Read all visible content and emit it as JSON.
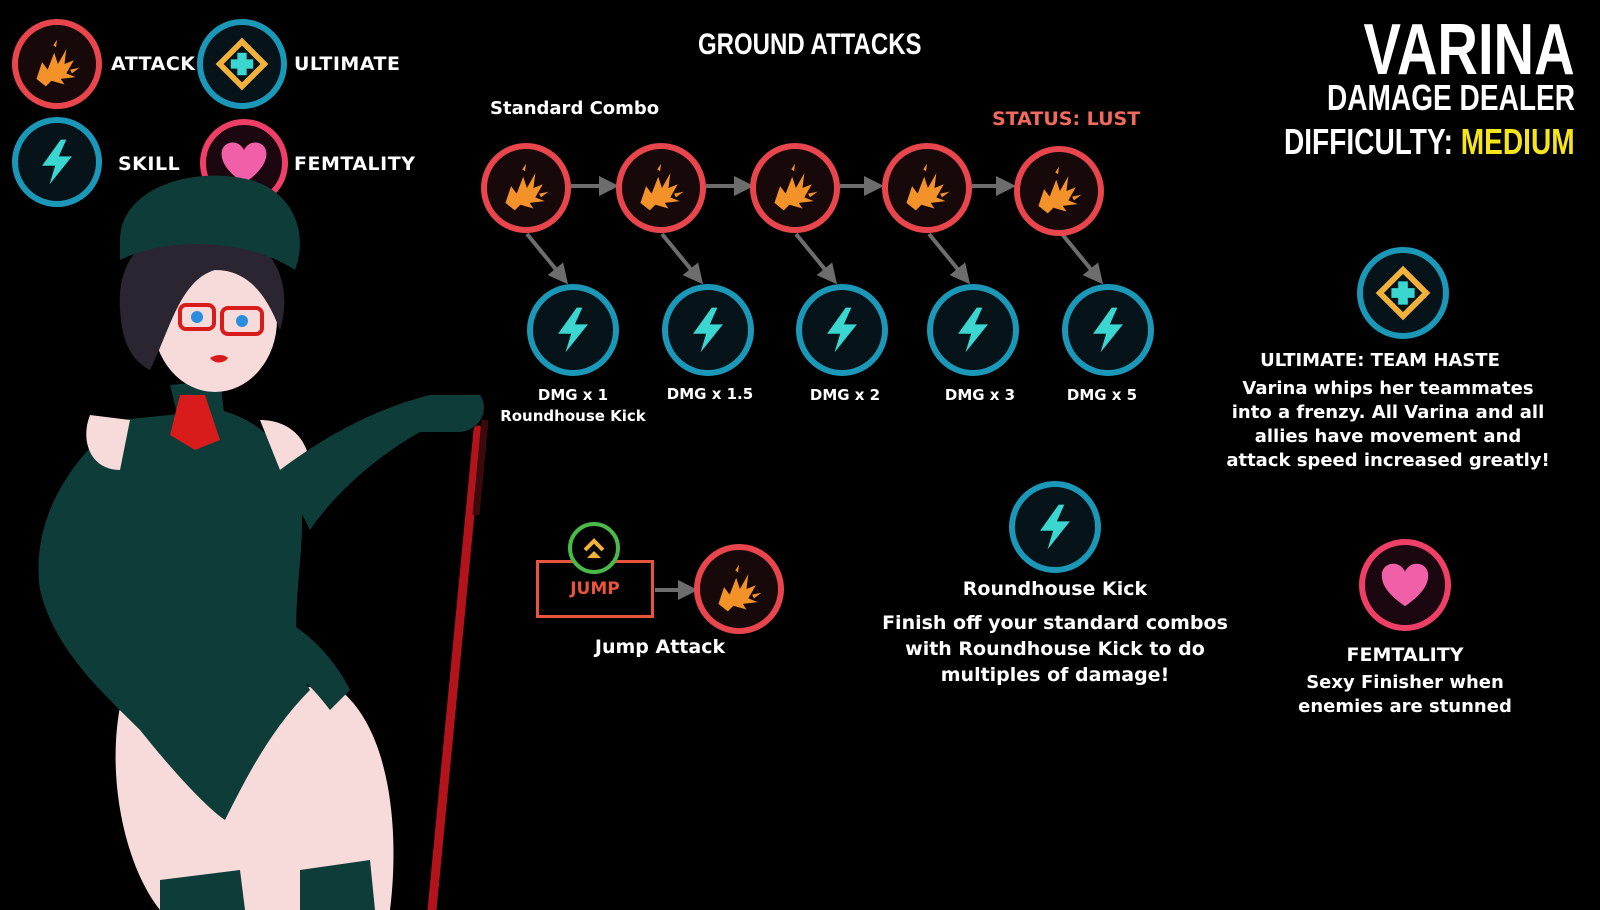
{
  "legend": {
    "attack_label": "ATTACK",
    "ultimate_label": "ULTIMATE",
    "skill_label": "SKILL",
    "femtality_label": "FEMTALITY"
  },
  "section_title": "GROUND ATTACKS",
  "standard_combo": {
    "label": "Standard Combo",
    "status_label": "STATUS: LUST",
    "damage_labels": [
      "DMG x 1",
      "DMG x 1.5",
      "DMG x 2",
      "DMG x 3",
      "DMG x 5"
    ],
    "first_skill_name": "Roundhouse Kick"
  },
  "jump": {
    "box_label": "JUMP",
    "caption": "Jump Attack"
  },
  "character": {
    "name": "VARINA",
    "role": "DAMAGE DEALER",
    "difficulty_prefix": "DIFFICULTY: ",
    "difficulty_value": "MEDIUM"
  },
  "skill_info": {
    "title": "Roundhouse Kick",
    "description": "Finish off your standard combos with Roundhouse Kick to do multiples of damage!"
  },
  "ultimate_info": {
    "title": "ULTIMATE: TEAM HASTE",
    "description": "Varina whips her teammates into a frenzy. All Varina and all allies have movement and attack speed increased greatly!"
  },
  "femtality_info": {
    "title": "FEMTALITY",
    "description": "Sexy Finisher when enemies are stunned"
  },
  "colors": {
    "attack_ring": "#e8454c",
    "skill_ring": "#1b97b8",
    "attack_glyph": "#f4922a",
    "skill_glyph": "#3ad6cf",
    "femtality_ring": "#ef3f67",
    "femtality_glyph": "#f05fa7",
    "status": "#f26a5e",
    "difficulty": "#f5e51a",
    "jump_box": "#e8553c",
    "jump_icon_ring": "#4bb84a",
    "outfit": "#0e3d39"
  }
}
